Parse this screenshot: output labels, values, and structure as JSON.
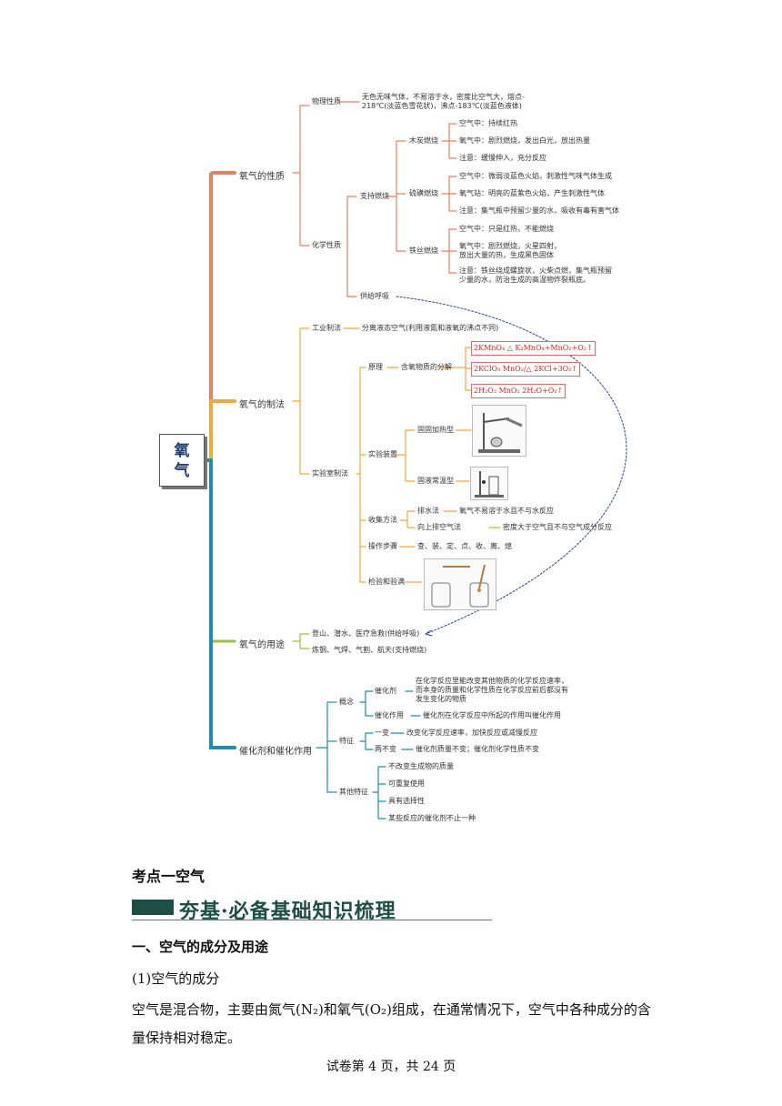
{
  "mindmap": {
    "root": "氧\n气",
    "branches": [
      {
        "label": "氧气的性质",
        "physical": {
          "label": "物理性质",
          "text": "无色无味气体，不易溶于水，密度比空气大，熔点-\n218℃(淡蓝色雪花状)，沸点-183℃(淡蓝色液体)"
        },
        "chemical": {
          "label": "化学性质",
          "support_combustion": "支持燃烧",
          "carbon": {
            "label": "木炭燃烧",
            "items": [
              "空气中：持续红热",
              "氧气中：剧烈燃烧，发出白光，放出热量",
              "注意：缓慢伸入，充分反应"
            ]
          },
          "sulfur": {
            "label": "硫磺燃烧",
            "items": [
              "空气中：微弱淡蓝色火焰，刺激性气味气体生成",
              "氧气站：明亮的蓝紫色火焰，产生刺激性气体",
              "注意：集气瓶中预留少量的水，吸收有毒有害气体"
            ]
          },
          "iron": {
            "label": "铁丝燃烧",
            "items": [
              "空气中：只是红热，不能燃烧",
              "氧气中：剧烈燃烧，火星四射，\n放出大量的热，生成黑色固体",
              "注意：铁丝绕成螺旋状，火柴点燃，集气瓶预留\n少量的水，防治生成的高温物炸裂瓶底。"
            ]
          },
          "respiration": "供给呼吸"
        }
      },
      {
        "label": "氧气的制法",
        "industrial": {
          "label": "工业制法",
          "text": "分离液态空气(利用液氮和液氧的沸点不同)"
        },
        "lab": {
          "label": "实验室制法",
          "principle": {
            "label": "原理",
            "sub": "含氧物质的分解",
            "equations": [
              "2KMnO₄ △ K₂MnO₄+MnO₂+O₂↑",
              "2KClO₃ MnO₂/△ 2KCl+3O₂↑",
              "2H₂O₂ MnO₂ 2H₂O+O₂↑"
            ]
          },
          "apparatus": {
            "label": "实验装置",
            "items": [
              "固固加热型",
              "固液常温型"
            ]
          },
          "collection": {
            "label": "收集方法",
            "items": [
              {
                "name": "排水法",
                "text": "氧气不易溶于水且不与水反应"
              },
              {
                "name": "向上排空气法",
                "text": "密度大于空气且不与空气成分反应"
              }
            ]
          },
          "steps": {
            "label": "操作步骤",
            "text": "查、装、定、点、收、离、熄"
          },
          "test": {
            "label": "检验和验满"
          }
        }
      },
      {
        "label": "氧气的用途",
        "items": [
          "登山、潜水、医疗急救(供给呼吸)",
          "炼钢、气焊、气割、航天(支持燃烧)"
        ]
      },
      {
        "label": "催化剂和催化作用",
        "concept": {
          "label": "概念",
          "catalyst": {
            "name": "催化剂",
            "text": "在化学反应里能改变其他物质的化学反应速率，\n而本身的质量和化学性质在化学反应前后都没有\n发生变化的物质"
          },
          "catalysis": {
            "name": "催化作用",
            "text": "催化剂在化学反应中所起的作用叫催化作用"
          }
        },
        "features": {
          "label": "特征",
          "one_change": {
            "name": "一变",
            "text": "改变化学反应速率，加快反应或减慢反应"
          },
          "two_unchanged": {
            "name": "两不变",
            "text": "催化剂质量不变；催化剂化学性质不变"
          }
        },
        "other": {
          "label": "其他特征",
          "items": [
            "不改变生成物的质量",
            "可重复使用",
            "具有选择性",
            "某些反应的催化剂不止一种"
          ]
        }
      }
    ],
    "colors": {
      "properties": "#e8805f",
      "preparation": "#f0a93b",
      "uses": "#9cc046",
      "catalyst": "#1a8fb0",
      "dotted": "#2c3e9a"
    }
  },
  "doc": {
    "section_title": "考点一空气",
    "banner": "夯基·必备基础知识梳理",
    "heading": "一、空气的成分及用途",
    "subheading": "(1)空气的成分",
    "para_line1": "空气是混合物，主要由氮气(N₂)和氧气(O₂)组成，在通常情况下，空气中各种成分的含",
    "para_line2": "量保持相对稳定。",
    "footer": "试卷第 4 页，共 24 页"
  }
}
